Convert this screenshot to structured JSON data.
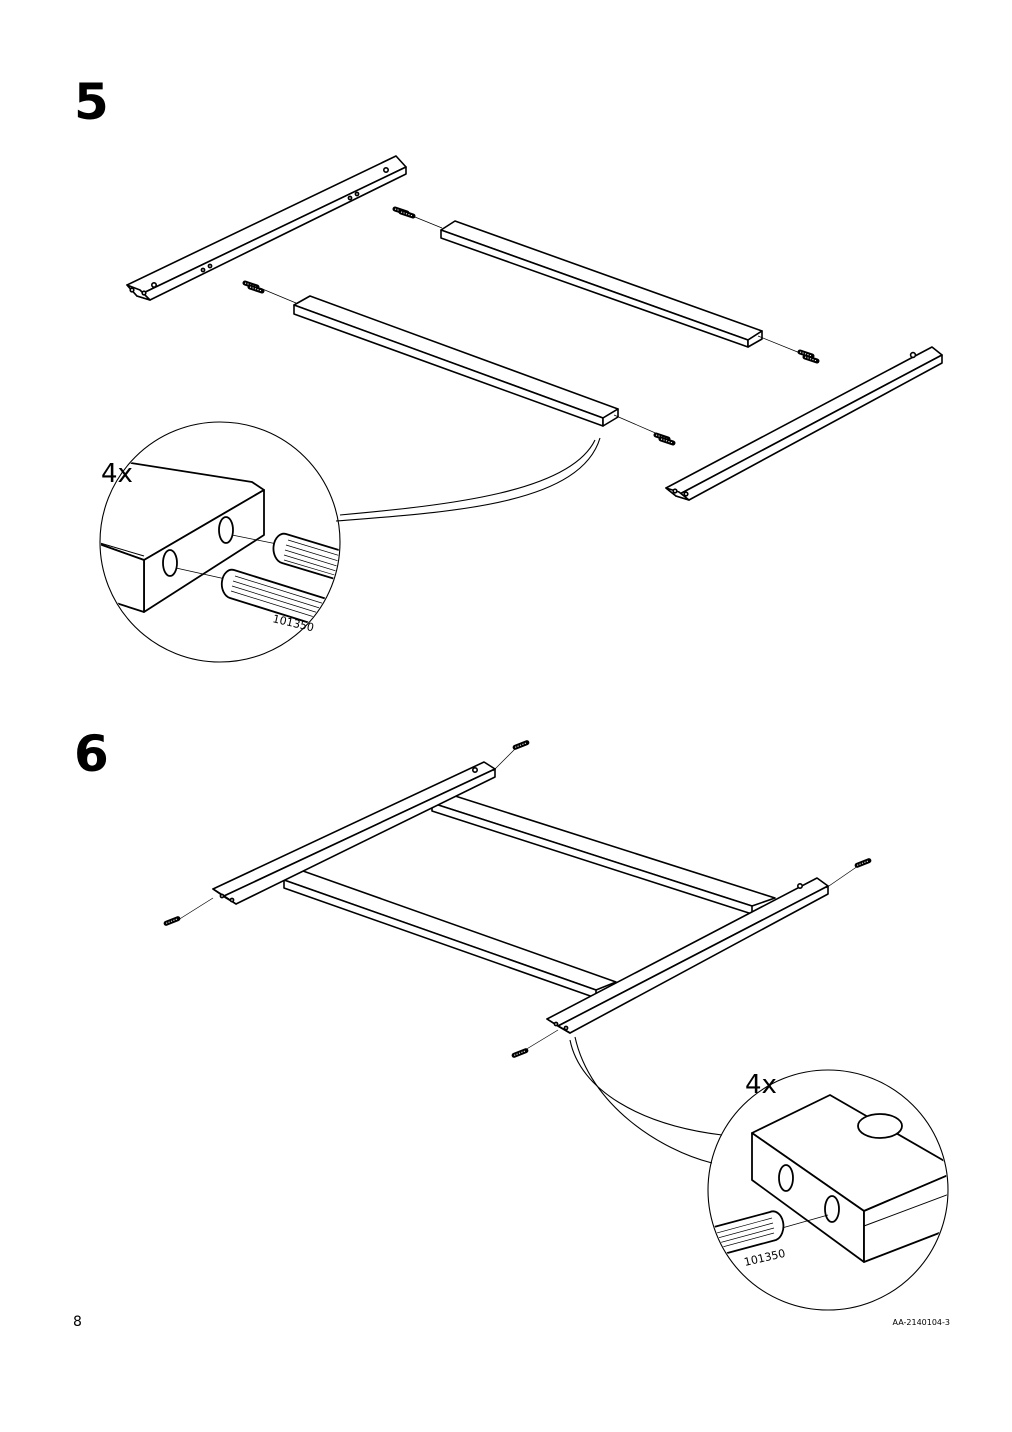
{
  "steps": [
    {
      "number": "5",
      "detail": {
        "quantity": "4x",
        "part_number": "101350"
      }
    },
    {
      "number": "6",
      "detail": {
        "quantity": "4x",
        "part_number": "101350"
      }
    }
  ],
  "footer": {
    "page_number": "8",
    "document_id": "AA-2140104-3"
  }
}
